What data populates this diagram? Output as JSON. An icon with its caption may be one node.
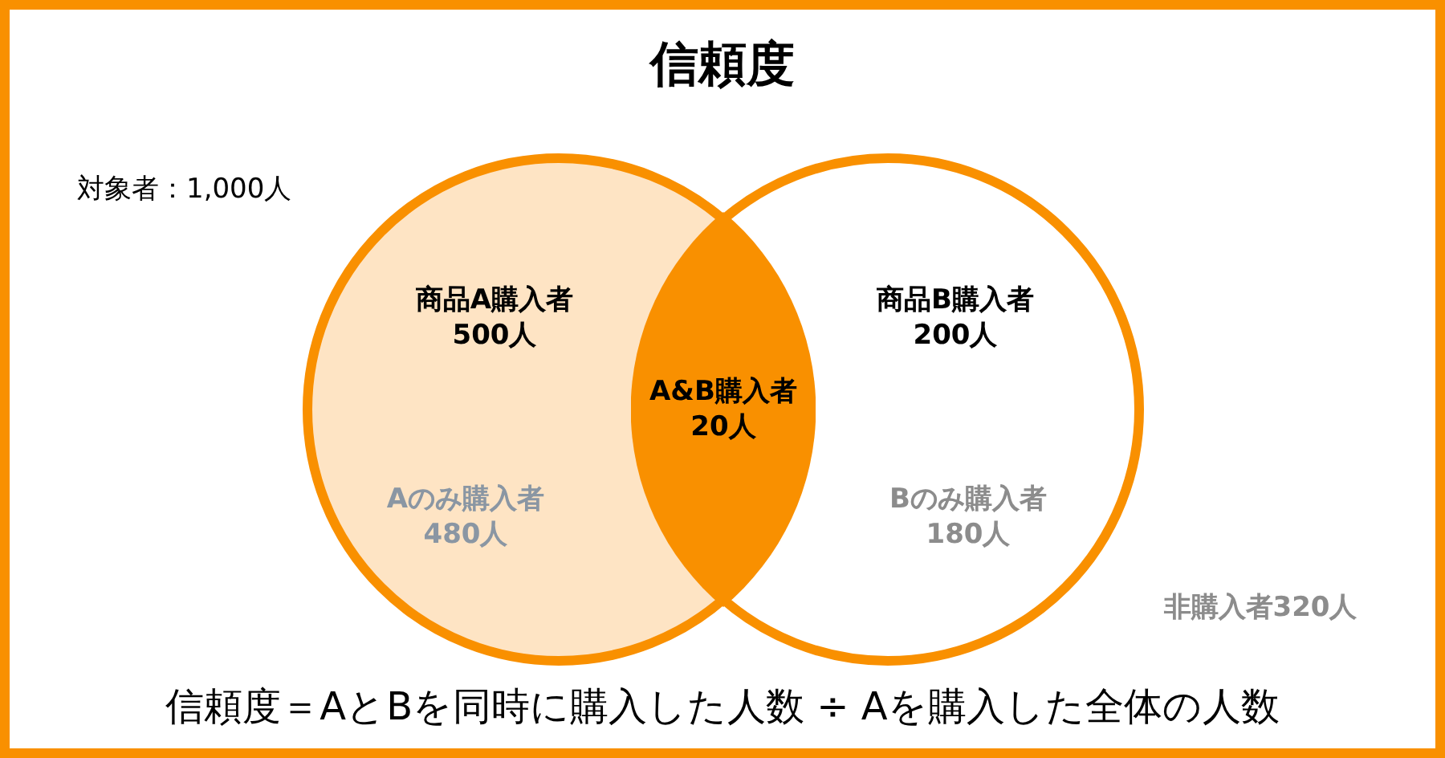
{
  "diagram": {
    "title": "信頼度",
    "caption": "信頼度＝AとBを同時に購入した人数 ÷ Aを購入した全体の人数",
    "nodes": [
      {
        "text": [
          "商品A購入者 500人",
          "Aのみ購入者 480人"
        ]
      },
      {
        "text": [
          "商品B購入者 200人",
          "Bのみ購入者 180人"
        ]
      },
      {
        "text": [
          "A&B購入者 20人"
        ]
      }
    ],
    "edges": [],
    "labels": [
      "対象者：1,000人",
      "非購入者320人"
    ]
  }
}
